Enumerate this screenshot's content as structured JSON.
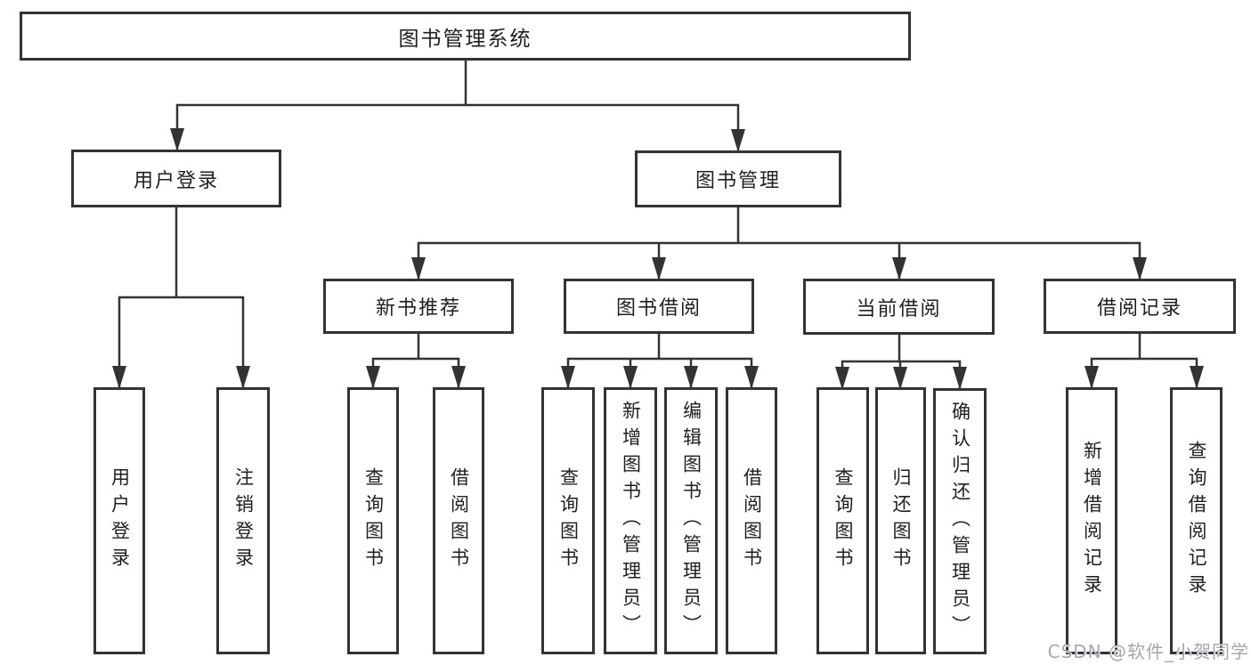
{
  "diagram": {
    "root": {
      "label": "图书管理系统"
    },
    "branches": [
      {
        "label": "用户登录",
        "children": [
          {
            "label": "用户登录"
          },
          {
            "label": "注销登录"
          }
        ]
      },
      {
        "label": "图书管理",
        "children": [
          {
            "label": "新书推荐",
            "children": [
              {
                "label": "查询图书"
              },
              {
                "label": "借阅图书"
              }
            ]
          },
          {
            "label": "图书借阅",
            "children": [
              {
                "label": "查询图书"
              },
              {
                "label": "新增图书（管理员）"
              },
              {
                "label": "编辑图书（管理员）"
              },
              {
                "label": "借阅图书"
              }
            ]
          },
          {
            "label": "当前借阅",
            "children": [
              {
                "label": "查询图书"
              },
              {
                "label": "归还图书"
              },
              {
                "label": "确认归还（管理员）"
              }
            ]
          },
          {
            "label": "借阅记录",
            "children": [
              {
                "label": "新增借阅记录"
              },
              {
                "label": "查询借阅记录"
              }
            ]
          }
        ]
      }
    ]
  },
  "watermark": {
    "text": "CSDN @软件_小贺同学"
  },
  "colors": {
    "line": "#333333",
    "box_border": "#333333",
    "text": "#1f1f1f",
    "background": "#ffffff",
    "watermark": "#a6a6ae"
  }
}
